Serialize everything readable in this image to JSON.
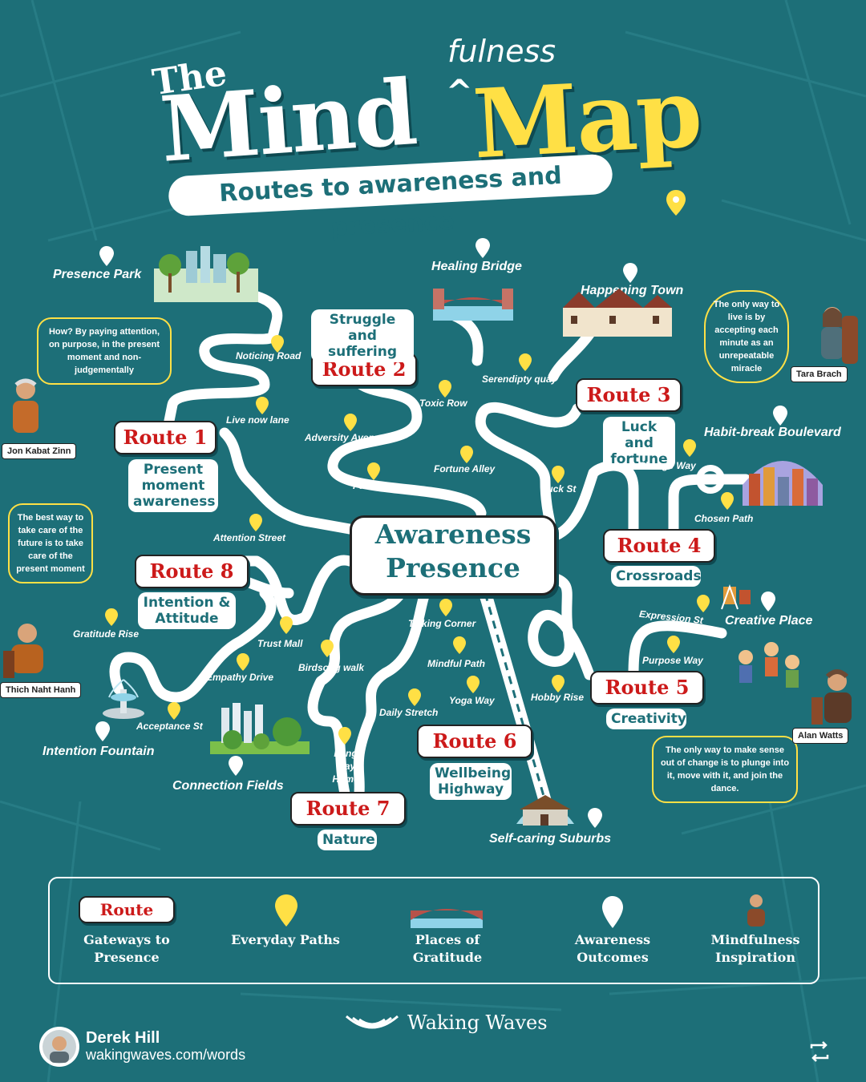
{
  "title": {
    "the": "The",
    "mind": "Mind",
    "fulness": "fulness",
    "caret": "^",
    "map": "Map",
    "subtitle": "Routes to awareness and presence"
  },
  "center": {
    "line1": "Awareness",
    "line2": "Presence"
  },
  "routes": [
    {
      "label": "Route 1",
      "destination": "Present moment awareness"
    },
    {
      "label": "Route 2",
      "destination": "Struggle and suffering"
    },
    {
      "label": "Route 3",
      "destination": "Luck and fortune"
    },
    {
      "label": "Route 4",
      "destination": "Crossroads"
    },
    {
      "label": "Route 5",
      "destination": "Creativity"
    },
    {
      "label": "Route 6",
      "destination": "Wellbeing Highway"
    },
    {
      "label": "Route 7",
      "destination": "Nature"
    },
    {
      "label": "Route 8",
      "destination": "Intention & Attitude"
    }
  ],
  "places": [
    "Presence Park",
    "Healing Bridge",
    "Happening Town",
    "Habit-break Boulevard",
    "Creative Place",
    "Self-caring Suburbs",
    "Connection Fields",
    "Intention Fountain"
  ],
  "streets": [
    "Noticing Road",
    "Live now lane",
    "Adversity Avenue",
    "Toxic Row",
    "Serendipty quay",
    "Fortune Alley",
    "Pain Lane",
    "Luck St",
    "Change Way",
    "Chosen Path",
    "Attention Street",
    "Talking Corner",
    "Mindful Path",
    "Yoga Way",
    "Daily Stretch",
    "Hobby Rise",
    "Expression St",
    "Purpose Way",
    "Gratitude Rise",
    "Trust Mall",
    "Birdsong walk",
    "Empathy Drive",
    "Acceptance St",
    "Long Way Home"
  ],
  "quotes": [
    {
      "person": "Jon Kabat Zinn",
      "text": "How? By paying attention, on purpose, in the present moment and non-judgementally"
    },
    {
      "person": "Tara Brach",
      "text": "The only way to live is by accepting each minute as an unrepeatable miracle"
    },
    {
      "person": "Thich Naht Hanh",
      "text": "The best way to take care of the future is to take care of the present moment"
    },
    {
      "person": "Alan Watts",
      "text": "The only way to make sense out of change is to plunge into it, move with it, and join the dance."
    }
  ],
  "legend": {
    "route_sample": "Route",
    "items": [
      "Gateways to Presence",
      "Everyday Paths",
      "Places of Gratitude",
      "Awareness Outcomes",
      "Mindfulness Inspiration"
    ]
  },
  "footer": {
    "author": "Derek Hill",
    "url": "wakingwaves.com/words",
    "brand": "Waking Waves"
  },
  "colors": {
    "background": "#1d6f78",
    "accent": "#ffe045",
    "route_text": "#cc1a1a",
    "road": "#ffffff"
  }
}
